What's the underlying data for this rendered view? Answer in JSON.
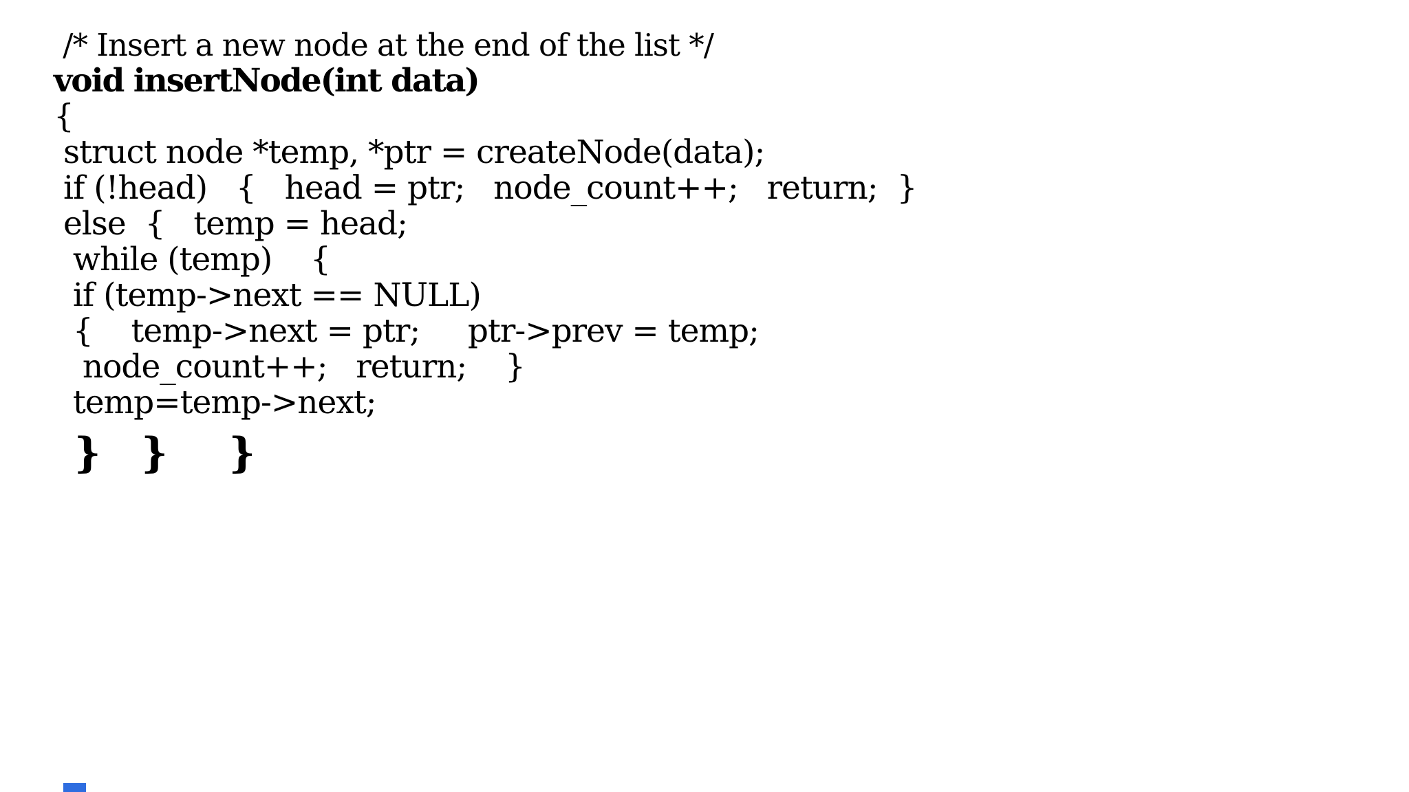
{
  "page": {
    "background_color": "#ffffff",
    "text_color": "#000000"
  },
  "code": {
    "language": "c",
    "lines": [
      {
        "text": " /* Insert a new node at the end of the list */"
      },
      {
        "text": "void insertNode(int data)"
      },
      {
        "text": "{"
      },
      {
        "text": " struct node *temp, *ptr = createNode(data);"
      },
      {
        "text": " if (!head)   {   head = ptr;   node_count++;   return;  }"
      },
      {
        "text": " else  {   temp = head;"
      },
      {
        "text": "  while (temp)    {"
      },
      {
        "text": "  if (temp->next == NULL)"
      },
      {
        "text": "  {    temp->next = ptr;     ptr->prev = temp;"
      },
      {
        "text": "   node_count++;   return;    }"
      },
      {
        "text": "  temp=temp->next;"
      },
      {
        "text": " }  }   }"
      }
    ]
  },
  "decor": {
    "corner_marker_color": "#2E6DE0"
  }
}
